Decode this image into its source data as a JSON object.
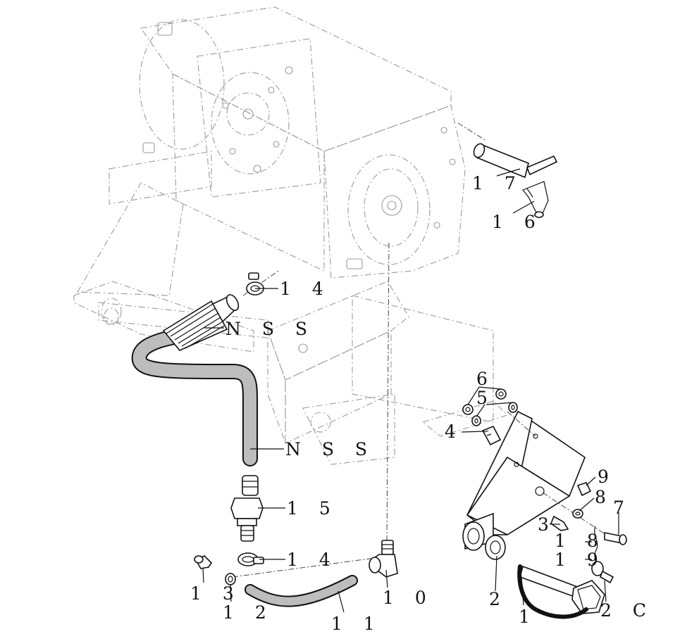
{
  "diagram": {
    "callouts": {
      "c1": "1",
      "c2": "2",
      "c3": "3",
      "c4": "4",
      "c5": "5",
      "c6": "6",
      "c7": "7",
      "c8": "8",
      "c9": "9",
      "c10": "1 0",
      "c11": "1 1",
      "c12": "1 2",
      "c13": "1 3",
      "c14a": "1 4",
      "c14b": "1 4",
      "c15": "1 5",
      "c16": "1 6",
      "c17": "1 7",
      "c18": "1 8",
      "c19": "1 9",
      "c20": "2 C",
      "nssTop": "N S S",
      "nssMid": "N S S"
    }
  }
}
